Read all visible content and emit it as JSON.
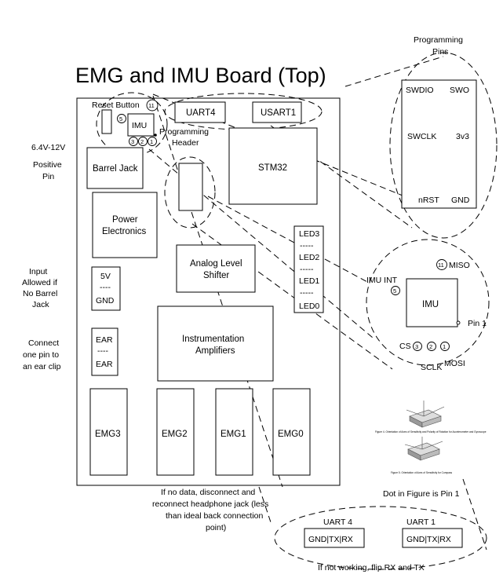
{
  "title": "EMG and IMU Board (Top)",
  "board": {
    "reset_button": "Reset Button",
    "imu": "IMU",
    "programming_header": [
      "Programming",
      "Header"
    ],
    "uart4": "UART4",
    "usart1": "USART1",
    "stm32": "STM32",
    "barrel_jack": "Barrel Jack",
    "power_electronics": [
      "Power",
      "Electronics"
    ],
    "leds": [
      "LED3",
      "-----",
      "LED2",
      "-----",
      "LED1",
      "-----",
      "LED0"
    ],
    "analog_level_shifter": [
      "Analog Level",
      "Shifter"
    ],
    "five_v_header": [
      "5V",
      "----",
      "GND"
    ],
    "instrumentation_amplifiers": [
      "Instrumentation",
      "Amplifiers"
    ],
    "ear_header": [
      "EAR",
      "----",
      "EAR"
    ],
    "emg": [
      "EMG3",
      "EMG2",
      "EMG1",
      "EMG0"
    ],
    "pin_numbers": {
      "p11": "11",
      "p5": "5",
      "p3": "3",
      "p2": "2",
      "p1": "1"
    }
  },
  "annotations": {
    "voltage": [
      "6.4V-12V",
      "Positive",
      "Pin"
    ],
    "input_allowed": [
      "Input",
      "Allowed if",
      "No Barrel",
      "Jack"
    ],
    "ear_clip": [
      "Connect",
      "one pin to",
      "an ear clip"
    ],
    "no_data": [
      "If no data, disconnect and",
      "reconnect headphone jack (less",
      "than ideal back connection",
      "point)"
    ]
  },
  "programming_pins": {
    "heading": [
      "Programming",
      "Pins"
    ],
    "labels": {
      "swdio": "SWDIO",
      "swo": "SWO",
      "swclk": "SWCLK",
      "v3": "3v3",
      "nrst": "nRST",
      "gnd": "GND"
    }
  },
  "imu_zoom": {
    "miso": "MISO",
    "imu_int": "IMU INT",
    "imu": "IMU",
    "pin1": "Pin 1",
    "cs": "CS",
    "sclk": "SCLK",
    "mosi": "MOSI"
  },
  "figure": {
    "caption4": "Figure 4. Orientation of Axes of Sensitivity and Polarity of Rotation for Accelerometer and Gyroscope",
    "caption5": "Figure 5. Orientation of Axes of Sensitivity for Compass",
    "dot_note": "Dot in Figure is Pin 1"
  },
  "uart_zoom": {
    "uart4_label": "UART 4",
    "uart1_label": "UART 1",
    "uart4_pins": "GND|TX|RX",
    "uart1_pins": "GND|TX|RX",
    "note": "If not working, flip RX and TX"
  }
}
